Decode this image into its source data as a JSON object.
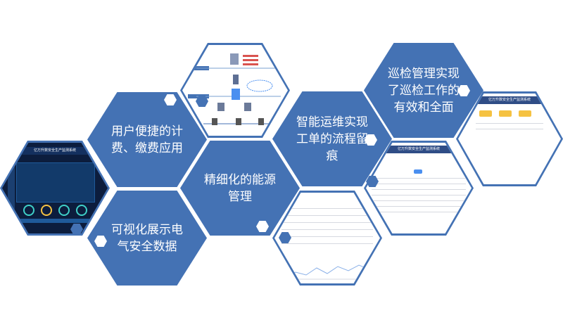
{
  "features": [
    {
      "id": "user-payment",
      "text": "用户便捷的计\n费、缴费应用"
    },
    {
      "id": "visualization",
      "text": "可视化展示电\n气安全数据"
    },
    {
      "id": "energy-management",
      "text": "精细化的能源\n管理"
    },
    {
      "id": "work-order",
      "text": "智能运维实现\n工单的流程留\n痕"
    },
    {
      "id": "inspection",
      "text": "巡检管理实现\n了巡检工作的\n有效和全面"
    }
  ],
  "screenshots": {
    "dashboard_title": "亿万升数安全生产监测系统",
    "table_title": "亿万升数安全生产监测系统",
    "inspection_title": "亿万升数安全生产监测系统"
  },
  "colors": {
    "hex_blue": "#4472b4",
    "dark_dashboard": "#0c1d3d",
    "yellow_button": "#f5c242",
    "accent_blue": "#4a8ff0"
  }
}
